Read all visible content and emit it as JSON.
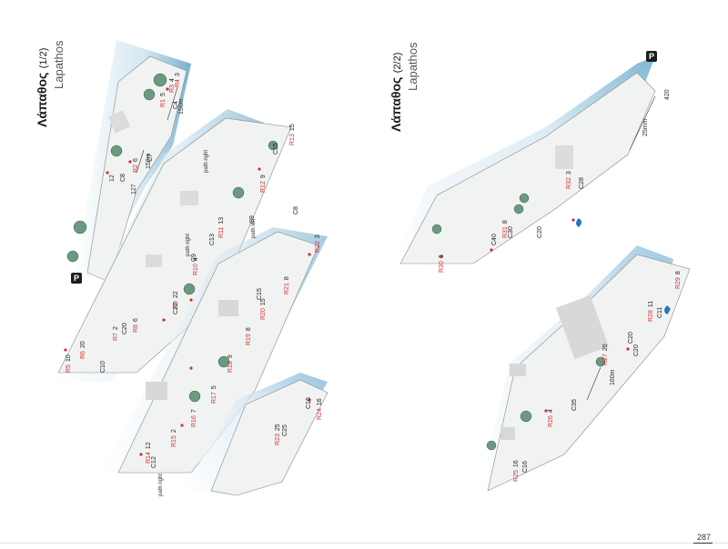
{
  "page_number": "287",
  "left_topo": {
    "title": "Λάπαθος",
    "part": "(1/2)",
    "subtitle": "Lapathos",
    "parking_label": "P",
    "path_notes": [
      "path right",
      "path left",
      "path right",
      "path right"
    ],
    "distances": [
      "150m",
      "150m",
      "127",
      "12"
    ],
    "routes": [
      {
        "id": "R1",
        "grade": "5"
      },
      {
        "id": "R2",
        "grade": "6"
      },
      {
        "id": "R3",
        "grade": "4"
      },
      {
        "id": "R4",
        "grade": "3"
      },
      {
        "id": "R5",
        "grade": "10"
      },
      {
        "id": "R6",
        "grade": "20"
      },
      {
        "id": "R7",
        "grade": "2"
      },
      {
        "id": "R8",
        "grade": "6"
      },
      {
        "id": "R9",
        "grade": "22"
      },
      {
        "id": "R10",
        "grade": "4"
      },
      {
        "id": "R11",
        "grade": "13"
      },
      {
        "id": "R12",
        "grade": "9"
      },
      {
        "id": "R13",
        "grade": "15"
      },
      {
        "id": "R14",
        "grade": "12"
      },
      {
        "id": "R15",
        "grade": "2"
      },
      {
        "id": "R16",
        "grade": "7"
      },
      {
        "id": "R17",
        "grade": "5"
      },
      {
        "id": "R18",
        "grade": "9"
      },
      {
        "id": "R19",
        "grade": "8"
      },
      {
        "id": "R20",
        "grade": "15"
      },
      {
        "id": "R21",
        "grade": "8"
      },
      {
        "id": "R22",
        "grade": "3"
      },
      {
        "id": "R23",
        "grade": "25"
      },
      {
        "id": "R24",
        "grade": "16"
      }
    ],
    "labels": [
      "C4",
      "C7",
      "C8",
      "C9",
      "C10",
      "C12",
      "C13",
      "C15",
      "C16",
      "C20",
      "C22",
      "C25",
      "C8",
      "C9",
      "C15"
    ]
  },
  "right_topo": {
    "title": "Λάπαθος",
    "part": "(2/2)",
    "subtitle": "Lapathos",
    "parking_label": "P",
    "distances": [
      "420",
      "25mm",
      "160m"
    ],
    "routes": [
      {
        "id": "R25",
        "grade": "16"
      },
      {
        "id": "R26",
        "grade": "4"
      },
      {
        "id": "R27",
        "grade": "20"
      },
      {
        "id": "R28",
        "grade": "11"
      },
      {
        "id": "R29",
        "grade": "8"
      },
      {
        "id": "R30",
        "grade": "6"
      },
      {
        "id": "R31",
        "grade": "8"
      },
      {
        "id": "R32",
        "grade": "3"
      }
    ],
    "labels": [
      "C35",
      "C20",
      "C16",
      "C30",
      "C40",
      "C20",
      "C28",
      "C11",
      "C20"
    ]
  }
}
